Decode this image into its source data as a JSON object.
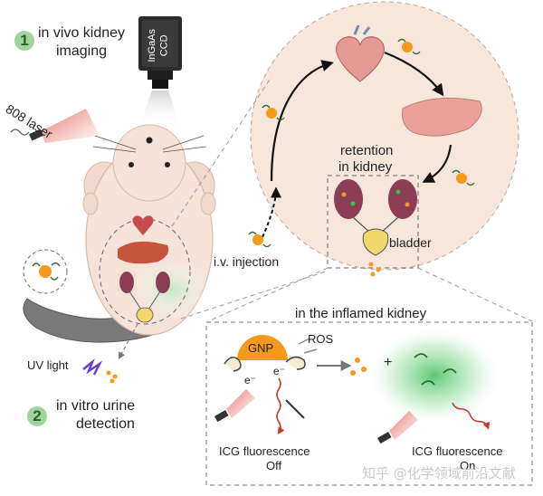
{
  "steps": [
    {
      "number": "1",
      "label_line1": "in vivo kidney",
      "label_line2": "imaging"
    },
    {
      "number": "2",
      "label_line1": "in vitro urine",
      "label_line2": "detection"
    }
  ],
  "camera": {
    "line1": "InGaAs",
    "line2": "CCD"
  },
  "laser_label": "808 laser",
  "uv_label": "UV light",
  "circulation": {
    "retention_line1": "retention",
    "retention_line2": "in kidney",
    "bladder_label": "bladder",
    "injection_label": "i.v. injection"
  },
  "inflamed_box": {
    "title": "in the inflamed kidney",
    "gnp_label": "GNP",
    "ros_label": "ROS",
    "electron_label": "e⁻",
    "off_line1": "ICG fluorescence",
    "off_line2": "Off",
    "on_line1": "ICG fluorescence",
    "on_line2": "On",
    "plus": "+"
  },
  "watermark": "知乎 @化学领域前沿文献",
  "colors": {
    "badge_green": "#9fd49a",
    "nanoparticle_orange": "#f39a1d",
    "organ_pink": "#e8a29a",
    "circle_bg": "#f6e6db",
    "fluorescence_green": "#3fbf5a",
    "laser_red": "#e0463a",
    "uv_purple": "#6b3fd1"
  }
}
